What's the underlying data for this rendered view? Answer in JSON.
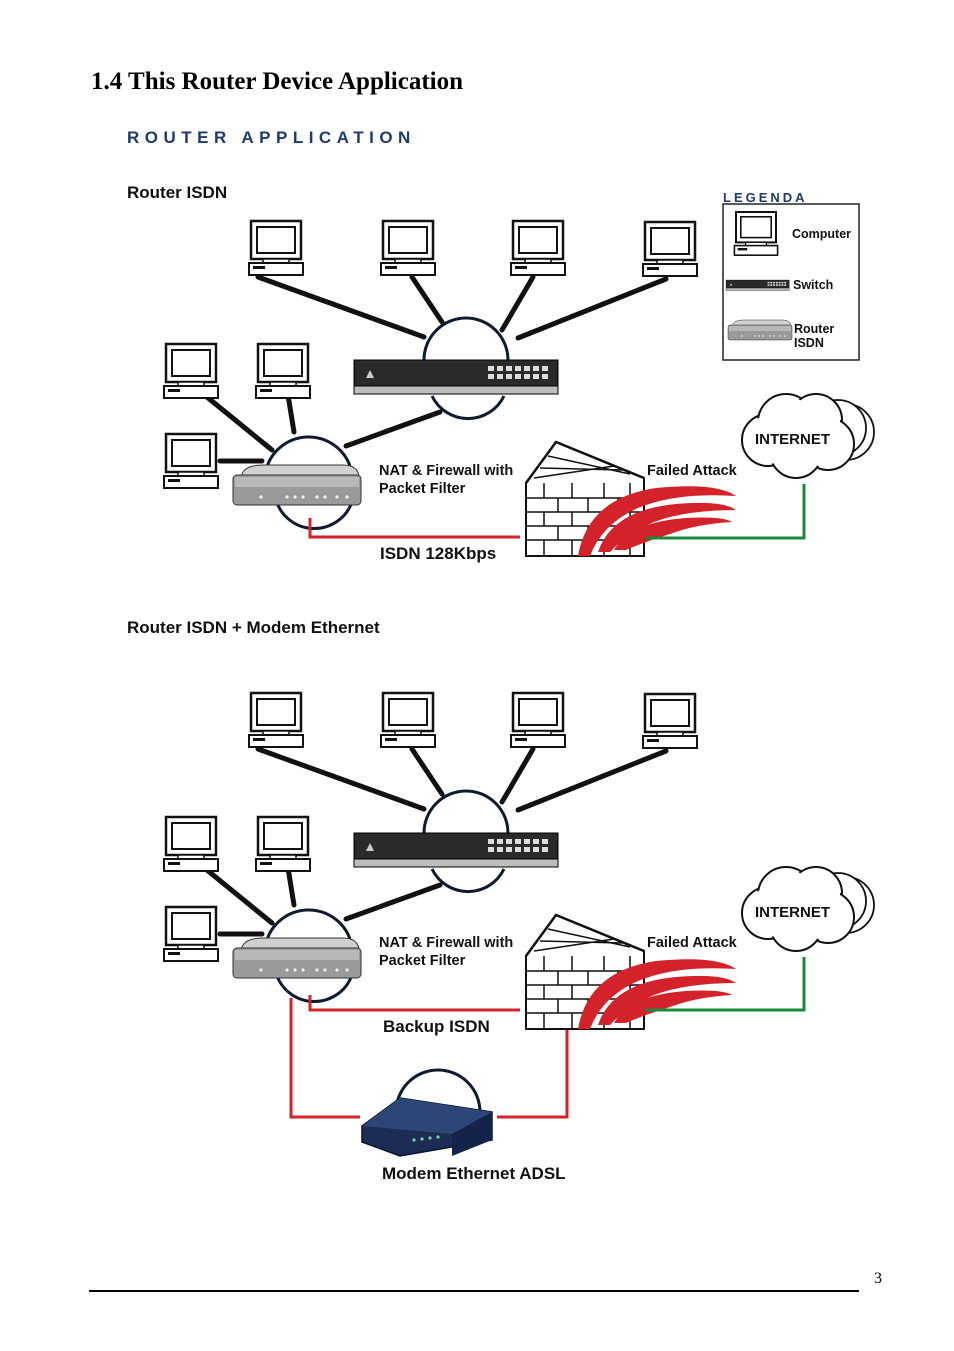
{
  "page_title": "1.4 This Router Device Application",
  "figure": {
    "heading": "ROUTER APPLICATION",
    "legend": {
      "title": "LEGENDA",
      "computer": "Computer",
      "switch": "Switch",
      "router_line1": "Router",
      "router_line2": "ISDN"
    },
    "scenario1": {
      "title": "Router ISDN",
      "nat_line1": "NAT & Firewall with",
      "nat_line2": "Packet Filter",
      "failed_attack": "Failed Attack",
      "internet": "INTERNET",
      "link": "ISDN 128Kbps"
    },
    "scenario2": {
      "title": "Router ISDN + Modem Ethernet",
      "nat_line1": "NAT & Firewall with",
      "nat_line2": "Packet Filter",
      "failed_attack": "Failed Attack",
      "internet": "INTERNET",
      "link": "Backup ISDN",
      "modem": "Modem Ethernet ADSL"
    }
  },
  "page_number": "3",
  "colors": {
    "heading": "#1f3a6e",
    "red_link": "#d3222a",
    "green_link": "#1a8a3a",
    "line": "#111111"
  }
}
